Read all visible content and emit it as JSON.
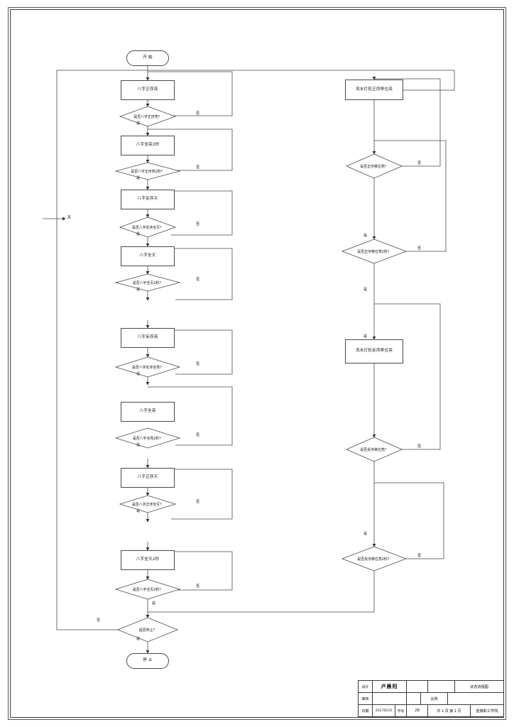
{
  "document": {
    "type": "engineering-drawing",
    "sheet_size": "A4-portrait"
  },
  "flowchart": {
    "start_label": "开 始",
    "stop_label": "停 止",
    "yes_label": "是",
    "no_label": "否",
    "connector_label": "X",
    "left_branch": [
      {
        "process": "八字正序亮",
        "decision": "是否八字正序亮？"
      },
      {
        "process": "八字全亮2秒",
        "decision": "是否八字正序亮2秒？"
      },
      {
        "process": "八字反序灭",
        "decision": "是否八字反序全灭？"
      },
      {
        "process": "八字全灭",
        "decision": "是否八字全灭2秒？"
      },
      {
        "process": "八字反序亮",
        "decision": "是否八字反序全亮？"
      },
      {
        "process": "八字全亮",
        "decision": "是否八字全亮2秒？"
      },
      {
        "process": "八字正序灭",
        "decision": "是否八字正序全灭？"
      },
      {
        "process": "八字全灭2秒",
        "decision": "是否八字全灭2秒？"
      }
    ],
    "right_branch": [
      {
        "process": "流水灯轮正序移位亮",
        "decision": "是否正序移位亮？"
      },
      {
        "process": "",
        "decision": "是否正序移位亮2秒？"
      },
      {
        "process": "流水灯轮反序移位亮",
        "decision": "是否反序移位亮？"
      },
      {
        "process": "",
        "decision": "是否反序移位亮2秒？"
      }
    ],
    "stop_decision": "是否停止？"
  },
  "title_block": {
    "rows": [
      {
        "key": "设计",
        "name": "卢晨阳",
        "mid": "",
        "mid2": "",
        "right": "状态流程图"
      },
      {
        "key": "审核",
        "name": "",
        "mid": "",
        "mid2_label": "比例",
        "mid2": "",
        "right": ""
      },
      {
        "key": "日期",
        "date": "20170210",
        "xh_label": "学号",
        "number": "28",
        "pages": "共 1 页  第 1 页",
        "right": "金陵职工学院"
      }
    ]
  }
}
